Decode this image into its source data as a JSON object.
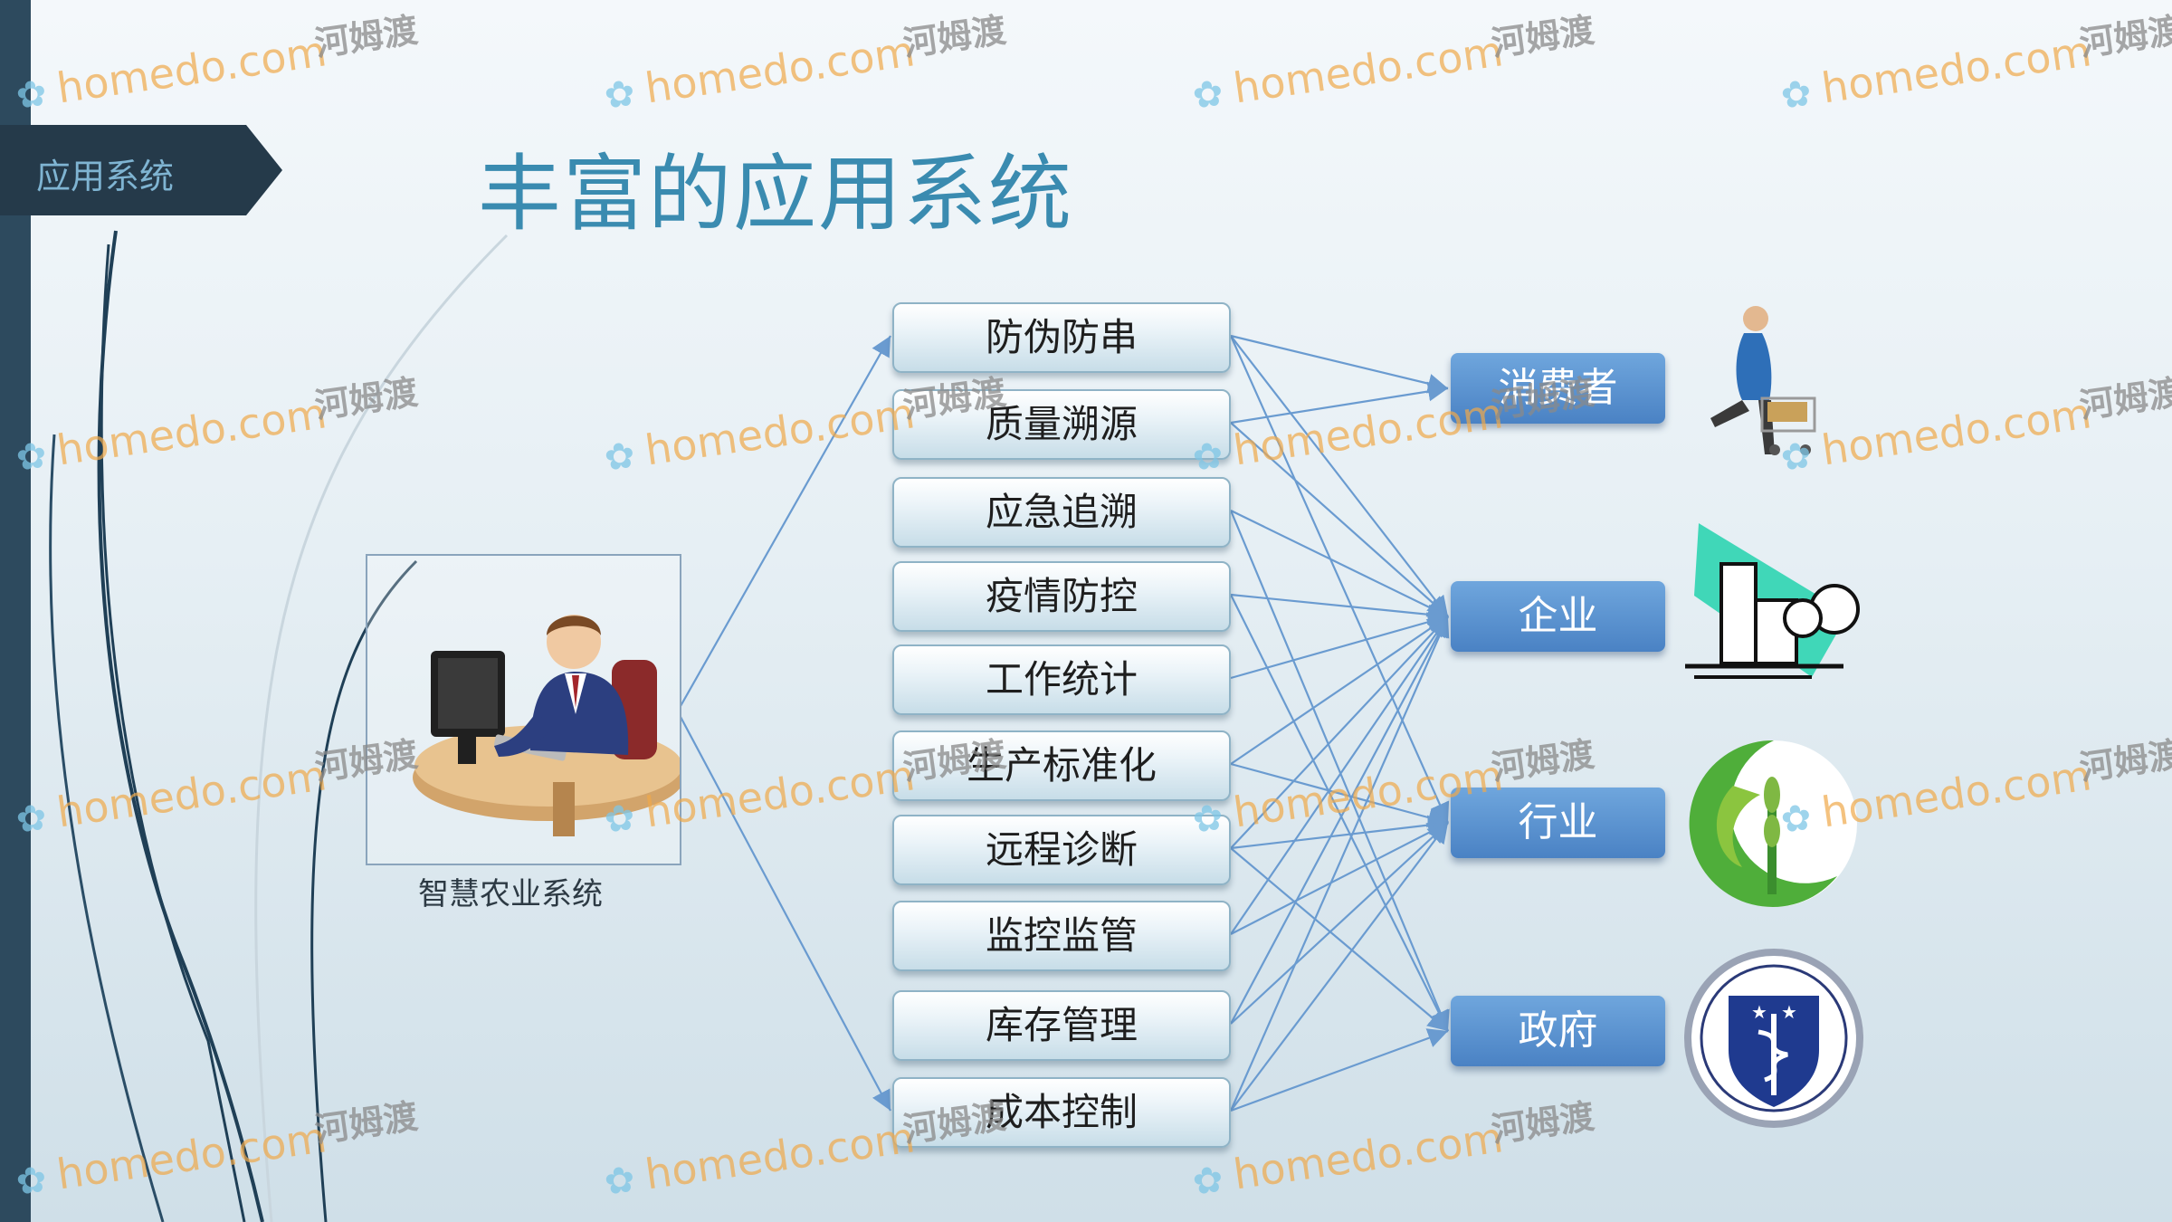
{
  "section_tag": "应用系统",
  "title": "丰富的应用系统",
  "source": {
    "label": "智慧农业系统"
  },
  "functions": [
    "防伪防串",
    "质量溯源",
    "应急追溯",
    "疫情防控",
    "工作统计",
    "生产标准化",
    "远程诊断",
    "监控监管",
    "库存管理",
    "成本控制"
  ],
  "targets": [
    "消费者",
    "企业",
    "行业",
    "政府"
  ],
  "edges": [
    [
      0,
      0
    ],
    [
      0,
      1
    ],
    [
      0,
      2
    ],
    [
      1,
      0
    ],
    [
      1,
      1
    ],
    [
      2,
      1
    ],
    [
      2,
      3
    ],
    [
      3,
      1
    ],
    [
      3,
      3
    ],
    [
      4,
      1
    ],
    [
      5,
      1
    ],
    [
      5,
      2
    ],
    [
      6,
      1
    ],
    [
      6,
      2
    ],
    [
      6,
      3
    ],
    [
      7,
      1
    ],
    [
      7,
      2
    ],
    [
      8,
      1
    ],
    [
      8,
      2
    ],
    [
      9,
      1
    ],
    [
      9,
      2
    ],
    [
      9,
      3
    ]
  ],
  "icons": {
    "source": "office-worker-computer-icon",
    "targets": [
      "shopper-cart-icon",
      "buildings-icon",
      "agriculture-logo-icon",
      "health-shield-badge-icon"
    ]
  },
  "watermark": {
    "text": "homedo.com",
    "cn": "河姆渡"
  },
  "colors": {
    "accent": "#3a8bb0",
    "target_fill": "#5a92d2",
    "line": "#6a9bd0"
  }
}
